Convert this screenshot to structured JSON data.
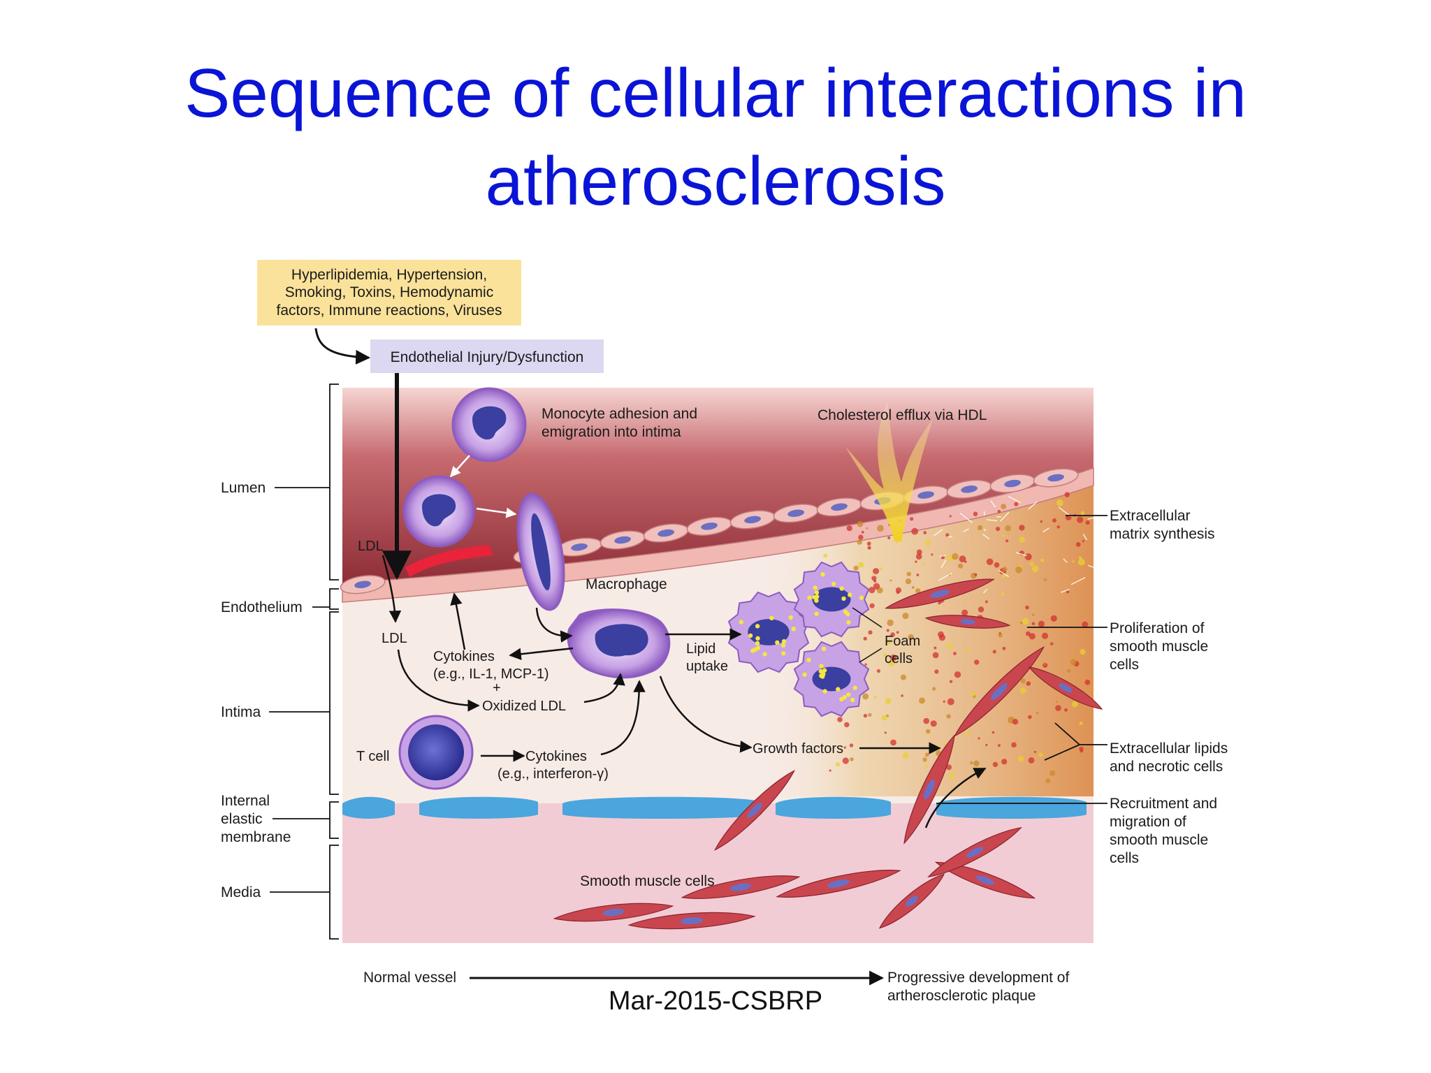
{
  "title": {
    "line1": "Sequence of cellular interactions in",
    "line2": "atherosclerosis"
  },
  "diagram": {
    "risk_factors": [
      "Hyperlipidemia, Hypertension,",
      "Smoking, Toxins, Hemodynamic",
      "factors, Immune reactions, Viruses"
    ],
    "endothelial_injury": "Endothelial Injury/Dysfunction",
    "layers": {
      "lumen": "Lumen",
      "endothelium": "Endothelium",
      "intima": "Intima",
      "internal_elastic_membrane": [
        "Internal",
        "elastic",
        "membrane"
      ],
      "media": "Media"
    },
    "labels": {
      "monocyte_adhesion": [
        "Monocyte adhesion and",
        "emigration into intima"
      ],
      "cholesterol_efflux": "Cholesterol efflux via HDL",
      "ldl_top": "LDL",
      "ldl_mid": "LDL",
      "macrophage": "Macrophage",
      "cytokines_1": [
        "Cytokines",
        "(e.g., IL-1, MCP-1)",
        "+"
      ],
      "oxidized_ldl": "Oxidized LDL",
      "lipid_uptake": [
        "Lipid",
        "uptake"
      ],
      "foam_cells": [
        "Foam",
        "cells"
      ],
      "t_cell": "T cell",
      "cytokines_2": [
        "Cytokines",
        "(e.g., interferon-γ)"
      ],
      "growth_factors": "Growth factors",
      "smooth_muscle_cells": "Smooth muscle cells"
    },
    "right_labels": {
      "ecm_synthesis": [
        "Extracellular",
        "matrix synthesis"
      ],
      "smc_proliferation": [
        "Proliferation of",
        "smooth muscle",
        "cells"
      ],
      "extracellular_lipids": [
        "Extracellular lipids",
        "and necrotic cells"
      ],
      "smc_recruitment": [
        "Recruitment and",
        "migration of",
        "smooth muscle",
        "cells"
      ]
    },
    "progression": {
      "start": "Normal vessel",
      "end": [
        "Progressive development of",
        "artherosclerotic plaque"
      ]
    }
  },
  "footer": "Mar-2015-CSBRP",
  "colors": {
    "title": "#0a14d6",
    "risk_box": "#fbe29a",
    "injury_box": "#dcd8f2",
    "lumen_top": "#a43c45",
    "intima": "#f7ebe6",
    "media": "#f2ccd4",
    "elastic_membrane": "#4aa6dc",
    "cell_purple": "#9b6fc8",
    "nucleus": "#3a3fa0",
    "smooth_muscle": "#c9464f",
    "lipid": "#f4e640"
  }
}
